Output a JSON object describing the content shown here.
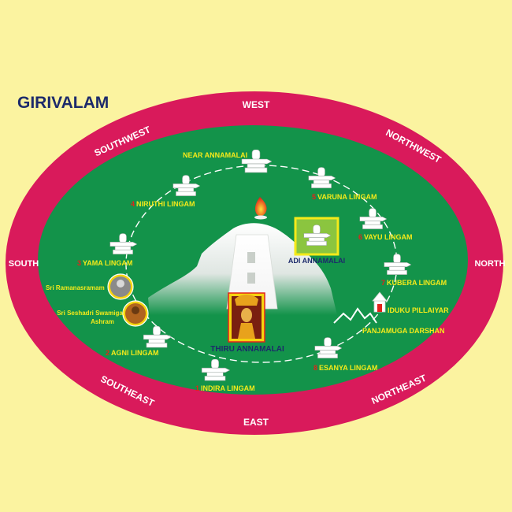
{
  "title": "GIRIVALAM",
  "directions": {
    "west": "WEST",
    "east": "EAST",
    "north": "NORTH",
    "south": "SOUTH",
    "northwest": "NORTHWEST",
    "southwest": "SOUTHWEST",
    "northeast": "NORTHEAST",
    "southeast": "SOUTHEAST"
  },
  "lingams": {
    "near": {
      "label": "NEAR ANNAMALAI"
    },
    "niruthi": {
      "num": "4",
      "label": "NIRUTHI LINGAM"
    },
    "varuna": {
      "num": "5",
      "label": "VARUNA LINGAM"
    },
    "vayu": {
      "num": "6",
      "label": "VAYU LINGAM"
    },
    "yama": {
      "num": "3",
      "label": "YAMA LINGAM"
    },
    "kubera": {
      "num": "7",
      "label": "KUBERA LINGAM"
    },
    "agni": {
      "num": "2",
      "label": "AGNI LINGAM"
    },
    "esanya": {
      "num": "8",
      "label": "ESANYA LINGAM"
    },
    "indira": {
      "num": "1",
      "label": "INDIRA LINGAM"
    }
  },
  "places": {
    "adi_annamalai": "ADI ANNAMALAI",
    "thiru_annamalai": "THIRU ANNAMALAI",
    "iduku_pillaiyar": "IDUKU PILLAIYAR",
    "panjamuga_darshan": "PANJAMUGA DARSHAN",
    "ramanasramam": "Sri Ramanasramam",
    "seshadri_line1": "Sri Seshadri Swamigal",
    "seshadri_line2": "Ashram"
  },
  "colors": {
    "background": "#fbf3a0",
    "ring": "#d91a5b",
    "field": "#13934a",
    "label_yellow": "#f5ea1a",
    "number_red": "#e2231a",
    "title_navy": "#1c2a6b"
  }
}
